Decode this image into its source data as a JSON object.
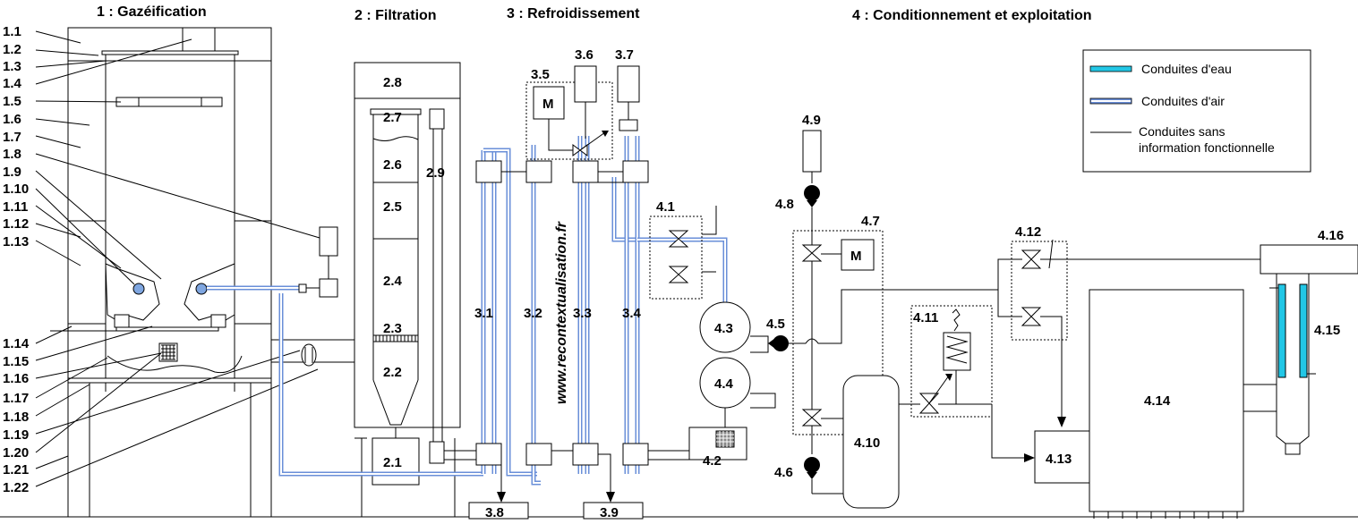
{
  "sections": {
    "gasification": "1 : Gazéification",
    "filtration": "2 : Filtration",
    "cooling": "3 : Refroidissement",
    "conditioning": "4 : Conditionnement et exploitation"
  },
  "left_labels": [
    "1.1",
    "1.2",
    "1.3",
    "1.4",
    "1.5",
    "1.6",
    "1.7",
    "1.8",
    "1.9",
    "1.10",
    "1.11",
    "1.12",
    "1.13",
    "1.14",
    "1.15",
    "1.16",
    "1.17",
    "1.18",
    "1.19",
    "1.20",
    "1.21",
    "1.22"
  ],
  "filter_labels": {
    "l2_1": "2.1",
    "l2_2": "2.2",
    "l2_3": "2.3",
    "l2_4": "2.4",
    "l2_5": "2.5",
    "l2_6": "2.6",
    "l2_7": "2.7",
    "l2_8": "2.8",
    "l2_9": "2.9"
  },
  "cooling_labels": {
    "l3_1": "3.1",
    "l3_2": "3.2",
    "l3_3": "3.3",
    "l3_4": "3.4",
    "l3_5": "3.5",
    "l3_6": "3.6",
    "l3_7": "3.7",
    "l3_8": "3.8",
    "l3_9": "3.9",
    "motor": "M"
  },
  "conditioning_labels": {
    "l4_1": "4.1",
    "l4_2": "4.2",
    "l4_3": "4.3",
    "l4_4": "4.4",
    "l4_5": "4.5",
    "l4_6": "4.6",
    "l4_7": "4.7",
    "l4_8": "4.8",
    "l4_9": "4.9",
    "l4_10": "4.10",
    "l4_11": "4.11",
    "l4_12": "4.12",
    "l4_13": "4.13",
    "l4_14": "4.14",
    "l4_15": "4.15",
    "l4_16": "4.16",
    "motor": "M"
  },
  "watermark": "www.recontextualisation.fr",
  "legend": {
    "water": "Conduites d'eau",
    "air": "Conduites d'air",
    "other_line1": "Conduites sans",
    "other_line2": "information fonctionnelle"
  },
  "colors": {
    "water": "#22c7e6",
    "air": "#6a8fd8",
    "lines": "#000000"
  }
}
